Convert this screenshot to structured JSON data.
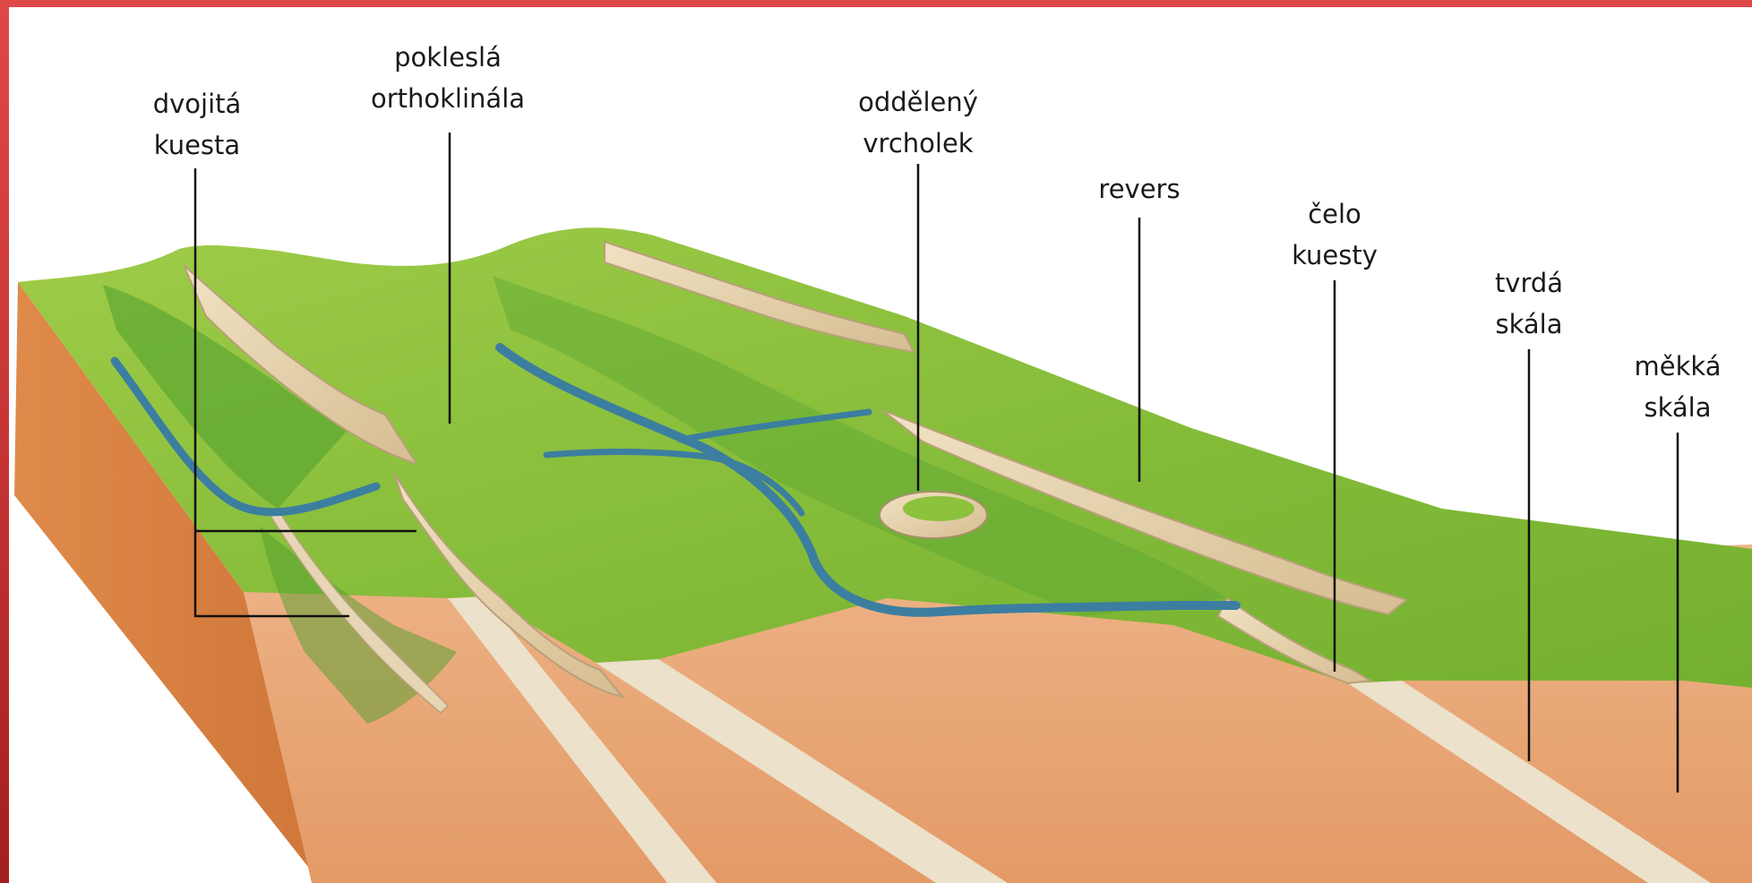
{
  "labels": {
    "double_cuesta": {
      "line1": "dvojitá",
      "line2": "kuesta"
    },
    "subsequent_orthoclinal": {
      "line1": "pokleslá",
      "line2": "orthoklinála"
    },
    "outlier_peak": {
      "line1": "oddělený",
      "line2": "vrcholek"
    },
    "dip_slope": {
      "line1": "revers"
    },
    "cuesta_scarp": {
      "line1": "čelo",
      "line2": "kuesty"
    },
    "hard_rock": {
      "line1": "tvrdá",
      "line2": "skála"
    },
    "soft_rock": {
      "line1": "měkká",
      "line2": "skála"
    }
  },
  "colors": {
    "frame": "#c43232",
    "grass": "#8cc23c",
    "grass_dark": "#4f9e2e",
    "river": "#3c7ea0",
    "soft_rock": "#e8a679",
    "soft_rock_side": "#d97f45",
    "hard_rock": "#e9dcc4",
    "scarp": "#e3cfa8",
    "leader_line": "#111111"
  }
}
